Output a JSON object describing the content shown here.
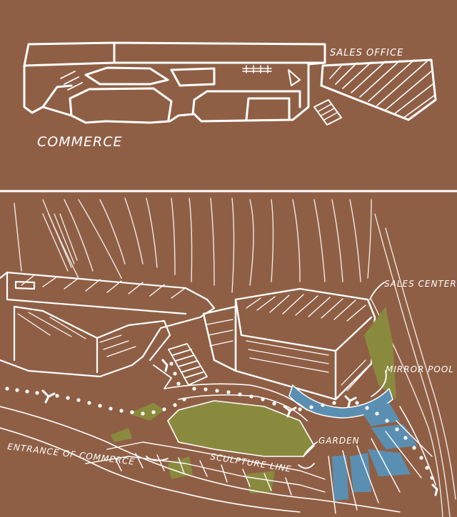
{
  "labels": {
    "sales_office": "SALES OFFICE",
    "commerce": "COMMERCE",
    "sales_center": "SALES CENTER",
    "mirror_pool": "MIRROR POOL",
    "garden": "GARDEN",
    "sculpture_line": "SCULPTURE LINE",
    "entrance": "ENTRANCE OF COMMERCE"
  },
  "colors": {
    "paper": "#8f5f45",
    "ink": "#ffffff",
    "garden": "#8a8a3e",
    "pool": "#5b8fb2"
  }
}
